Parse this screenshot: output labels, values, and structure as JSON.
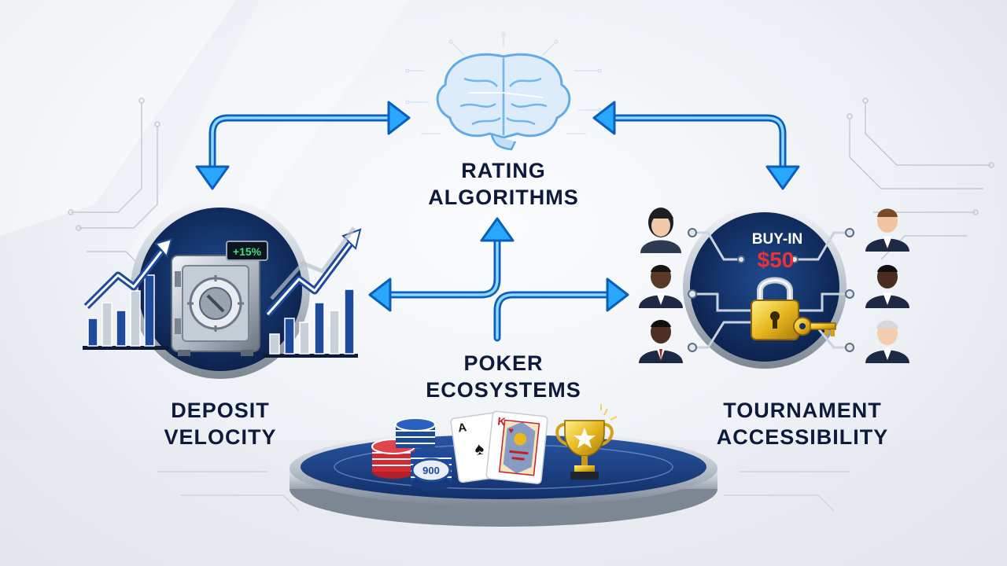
{
  "labels": {
    "rating": [
      "RATING",
      "ALGORITHMS"
    ],
    "deposit": [
      "DEPOSIT",
      "VELOCITY"
    ],
    "poker": [
      "POKER",
      "ECOSYSTEMS"
    ],
    "tournament": [
      "TOURNAMENT",
      "ACCESSIBILITY"
    ]
  },
  "deposit_badge": "+15%",
  "buyin": {
    "label": "BUY-IN",
    "amount": "$50"
  },
  "chip_value": "900",
  "card_rank_ace": "A",
  "card_rank_king": "K",
  "colors": {
    "navy": "#102a5c",
    "arrow": "#2aa8ff",
    "text": "#0d1a3a",
    "buyin_amount": "#e8323a",
    "badge_text": "#3ee07a",
    "gold": "#e8b820"
  },
  "icons": [
    "brain-icon",
    "safe-icon",
    "trend-arrow-icon",
    "padlock-icon",
    "key-icon",
    "trophy-icon",
    "poker-chip-icon",
    "playing-card-icon",
    "person-avatar-icon"
  ]
}
